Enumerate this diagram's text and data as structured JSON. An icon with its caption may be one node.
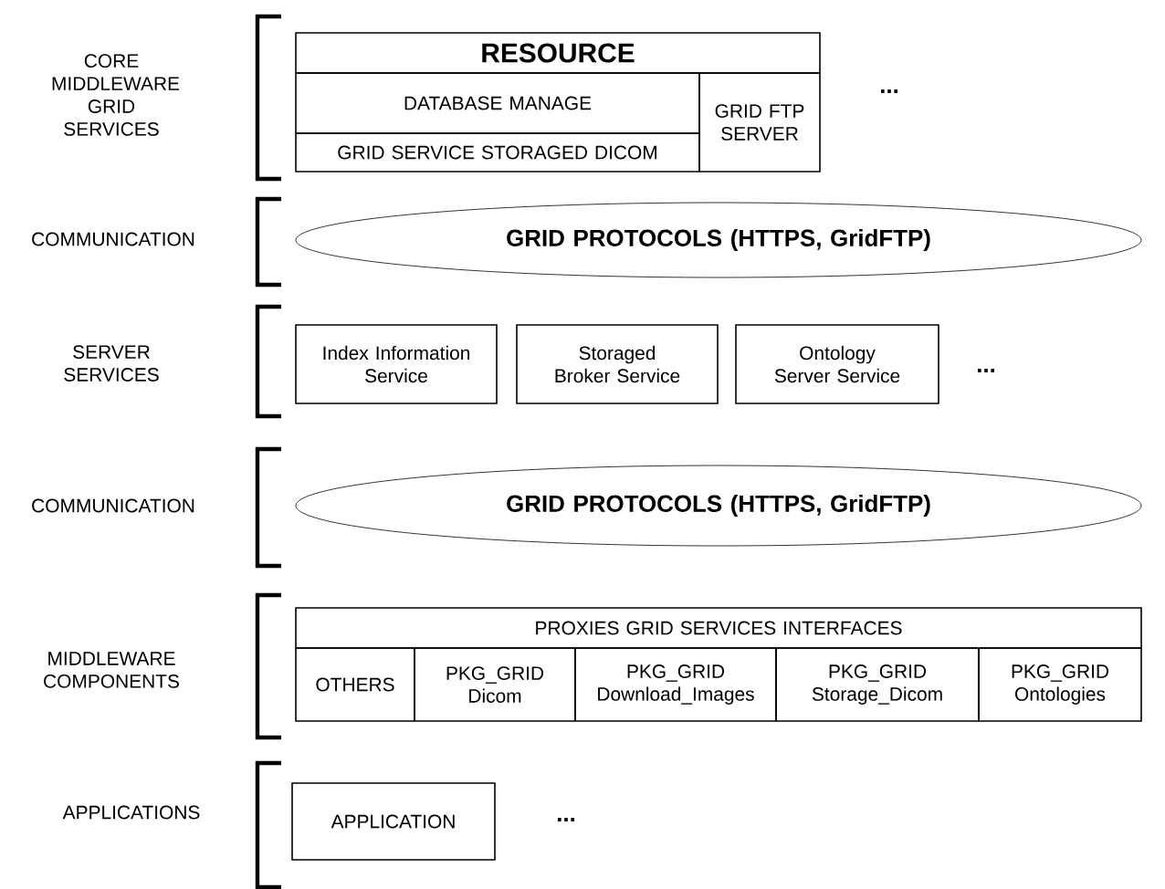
{
  "diagram": {
    "nodes": [
      {
        "text": [
          "RESOURCE"
        ]
      },
      {
        "text": [
          "DATABASE MANAGE"
        ]
      },
      {
        "text": [
          "GRID SERVICE STORAGED DICOM"
        ]
      },
      {
        "text": [
          "GRID FTP SERVER"
        ]
      },
      {
        "text": [
          "GRID PROTOCOLS (HTTPS, GridFTP)"
        ]
      },
      {
        "text": [
          "Index Information Service"
        ]
      },
      {
        "text": [
          "Storaged Broker Service"
        ]
      },
      {
        "text": [
          "Ontology Server Service"
        ]
      },
      {
        "text": [
          "GRID PROTOCOLS (HTTPS, GridFTP)"
        ]
      },
      {
        "text": [
          "PROXIES GRID SERVICES INTERFACES"
        ]
      },
      {
        "text": [
          "OTHERS"
        ]
      },
      {
        "text": [
          "PKG_GRID Dicom"
        ]
      },
      {
        "text": [
          "PKG_GRID Download_Images"
        ]
      },
      {
        "text": [
          "PKG_GRID Storage_Dicom"
        ]
      },
      {
        "text": [
          "PKG_GRID Ontologies"
        ]
      },
      {
        "text": [
          "APPLICATION"
        ]
      }
    ],
    "edges": [],
    "labels": [
      "CORE MIDDLEWARE GRID SERVICES",
      "...",
      "COMMUNICATION",
      "SERVER SERVICES",
      "...",
      "COMMUNICATION",
      "MIDDLEWARE COMPONENTS",
      "APPLICATIONS",
      "..."
    ]
  }
}
